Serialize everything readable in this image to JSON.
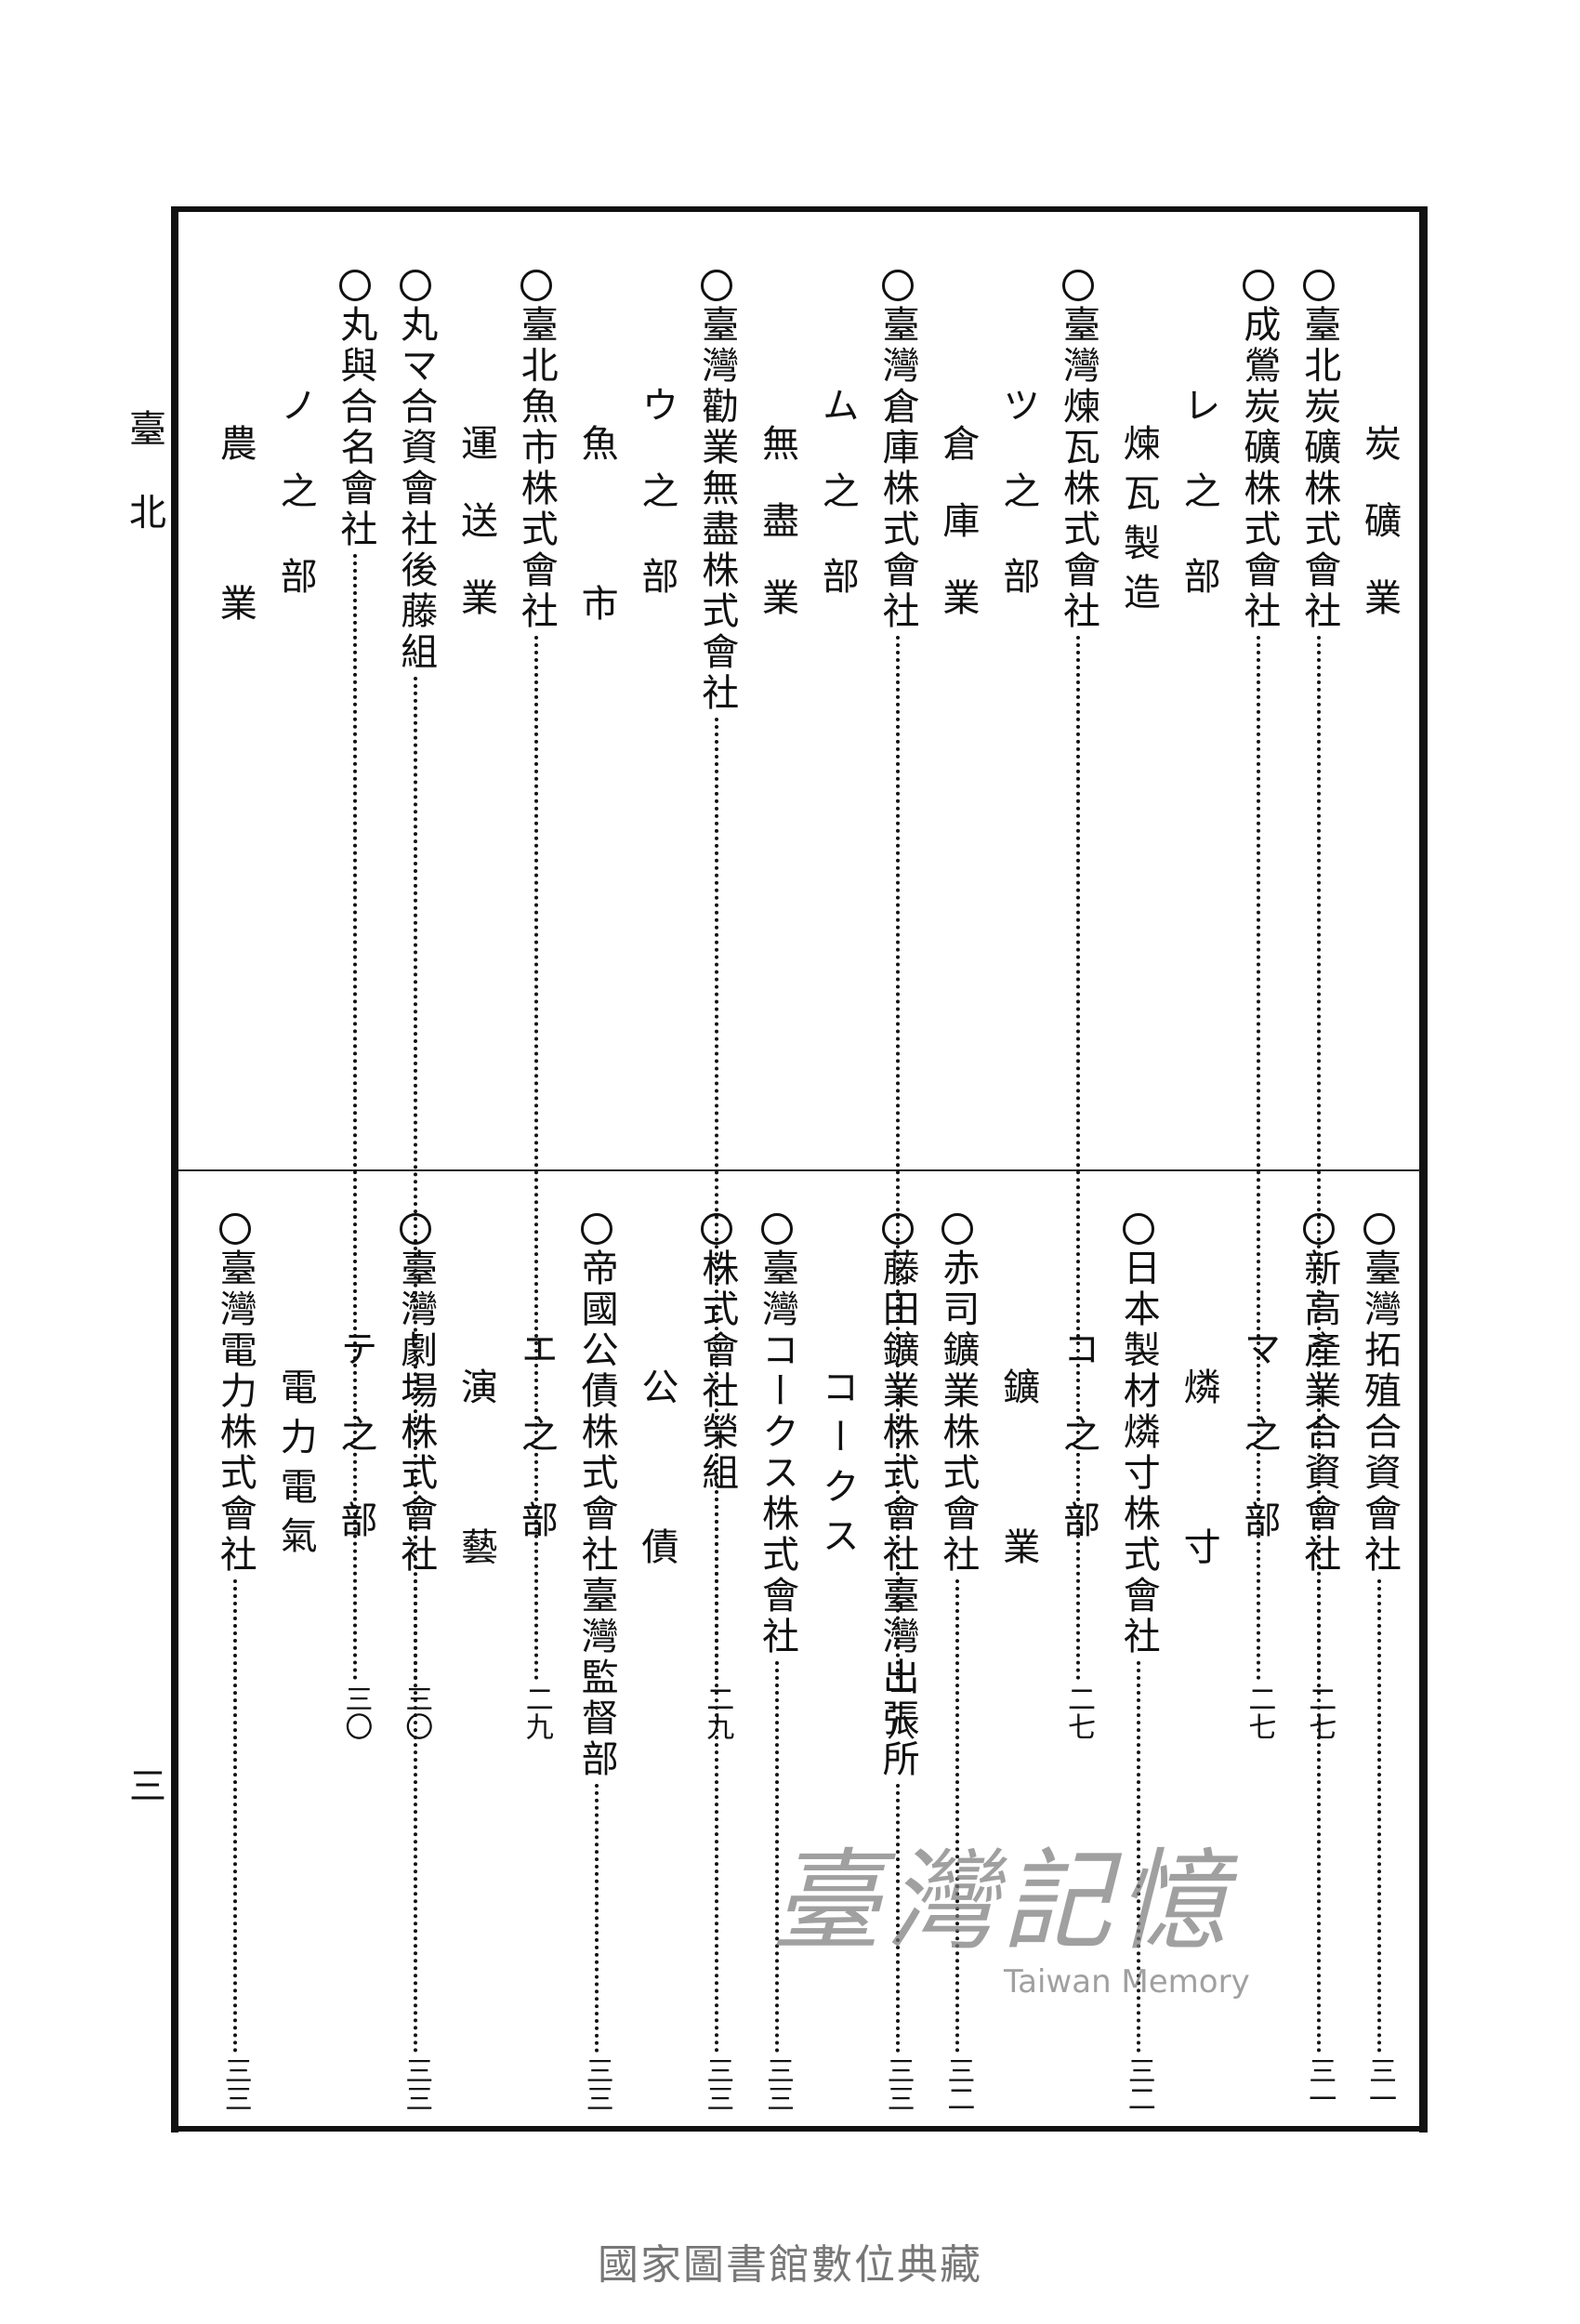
{
  "margin": {
    "running_head": "臺北",
    "page_number": "三"
  },
  "top": {
    "columns": [
      {
        "type": "heading",
        "text": "炭礦業"
      },
      {
        "type": "entry",
        "text": "臺北炭礦株式會社",
        "page": "二七"
      },
      {
        "type": "entry",
        "text": "成鶯炭礦株式會社",
        "page": "二七"
      },
      {
        "type": "section",
        "text": "レ之部"
      },
      {
        "type": "heading",
        "text": "煉瓦製造"
      },
      {
        "type": "entry",
        "text": "臺灣煉瓦株式會社",
        "page": "二七"
      },
      {
        "type": "section",
        "text": "ツ之部"
      },
      {
        "type": "heading",
        "text": "倉庫業"
      },
      {
        "type": "entry",
        "text": "臺灣倉庫株式會社",
        "page": "二八"
      },
      {
        "type": "section",
        "text": "ム之部"
      },
      {
        "type": "heading",
        "text": "無盡業"
      },
      {
        "type": "entry",
        "text": "臺灣勸業無盡株式會社",
        "page": "二九"
      },
      {
        "type": "section",
        "text": "ウ之部"
      },
      {
        "type": "heading",
        "text": "魚市"
      },
      {
        "type": "entry",
        "text": "臺北魚市株式會社",
        "page": "二九"
      },
      {
        "type": "heading",
        "text": "運送業"
      },
      {
        "type": "entry",
        "text": "丸マ合資會社後藤組",
        "page": "三〇"
      },
      {
        "type": "entry",
        "text": "丸與合名會社",
        "page": "三〇"
      },
      {
        "type": "section",
        "text": "ノ之部"
      },
      {
        "type": "heading",
        "text": "農業"
      }
    ]
  },
  "bottom": {
    "columns": [
      {
        "type": "entry",
        "text": "臺灣拓殖合資會社",
        "page": "三一"
      },
      {
        "type": "entry",
        "text": "新高產業合資會社",
        "page": "三一"
      },
      {
        "type": "section",
        "text": "マ之部"
      },
      {
        "type": "heading",
        "text": "燐寸"
      },
      {
        "type": "entry",
        "text": "日本製材燐寸株式會社",
        "page": "三二"
      },
      {
        "type": "section",
        "text": "コ之部"
      },
      {
        "type": "heading",
        "text": "鑛業"
      },
      {
        "type": "entry",
        "text": "赤司鑛業株式會社",
        "page": "三二"
      },
      {
        "type": "entry",
        "text": "藤田鑛業株式會社臺灣出張所",
        "page": "三三"
      },
      {
        "type": "heading",
        "text": "コークス"
      },
      {
        "type": "entry",
        "text": "臺灣コークス株式會社",
        "page": "三三"
      },
      {
        "type": "entry",
        "text": "株式會社榮組",
        "page": "三三"
      },
      {
        "type": "heading",
        "text": "公債"
      },
      {
        "type": "entry",
        "text": "帝國公債株式會社臺灣監督部",
        "page": "三三"
      },
      {
        "type": "section",
        "text": "エ之部"
      },
      {
        "type": "heading",
        "text": "演藝"
      },
      {
        "type": "entry",
        "text": "臺灣劇場株式會社",
        "page": "三三"
      },
      {
        "type": "section",
        "text": "テ之部"
      },
      {
        "type": "heading",
        "text": "電力電氣"
      },
      {
        "type": "entry",
        "text": "臺灣電力株式會社",
        "page": "三三"
      }
    ]
  },
  "watermark": {
    "cn": "臺灣記憶",
    "en": "Taiwan Memory"
  },
  "footer": "國家圖書館數位典藏"
}
